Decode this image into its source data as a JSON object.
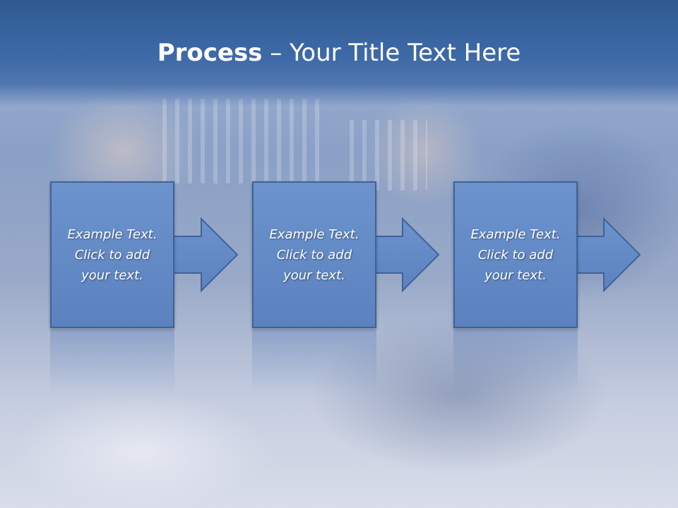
{
  "slide": {
    "title_bold": "Process",
    "title_rest": " – Your Title Text Here"
  },
  "steps": [
    {
      "text": "Example Text.\nClick  to add\nyour text."
    },
    {
      "text": "Example Text.\nClick  to add\nyour text."
    },
    {
      "text": "Example Text.\nClick  to add\nyour text."
    }
  ],
  "colors": {
    "title_bar": "#3e6aa8",
    "box_fill": "#5f86c4",
    "box_border": "#3f6398",
    "text": "#ffffff"
  },
  "icons": [
    "right-arrow-icon"
  ]
}
